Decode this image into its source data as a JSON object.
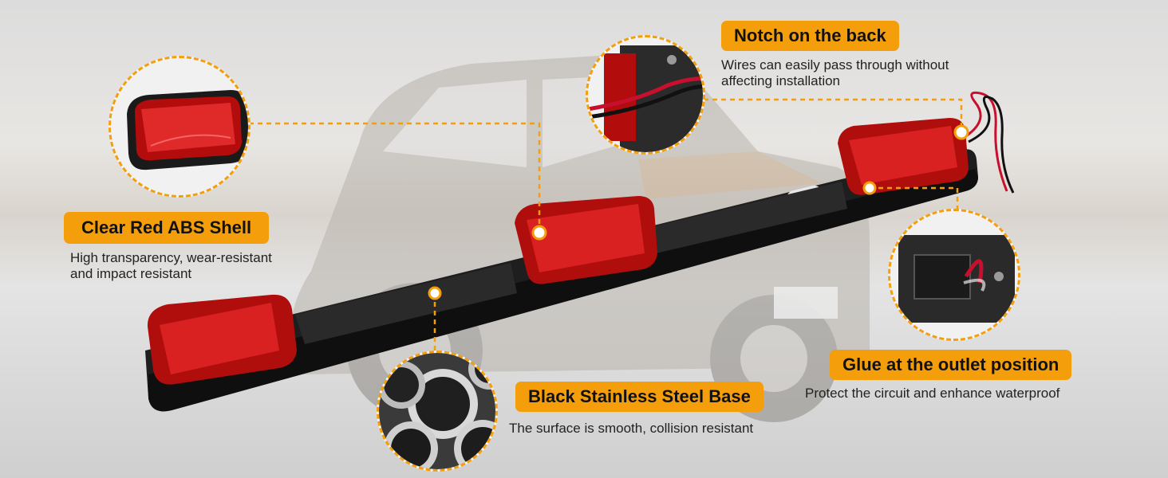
{
  "callouts": {
    "shell": {
      "title": "Clear Red ABS Shell",
      "desc_line1": "High transparency, wear-resistant",
      "desc_line2": "and impact resistant"
    },
    "notch": {
      "title": "Notch on the back",
      "desc_line1": "Wires can easily pass through without",
      "desc_line2": "affecting installation"
    },
    "glue": {
      "title": "Glue at the outlet position",
      "desc": "Protect the circuit and enhance waterproof"
    },
    "base": {
      "title": "Black Stainless Steel Base",
      "desc": "The surface is smooth, collision resistant"
    }
  },
  "colors": {
    "accent": "#f59e0b",
    "lamp_red": "#d11a1a",
    "bar_black": "#1c1c1c"
  }
}
